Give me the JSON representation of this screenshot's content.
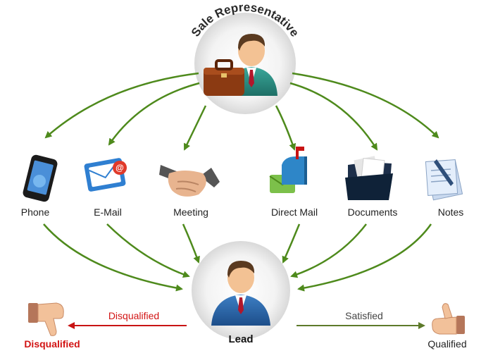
{
  "title": "Sale Representative",
  "channels": [
    {
      "label": "Phone",
      "icon": "smartphone-icon"
    },
    {
      "label": "E-Mail",
      "icon": "email-icon"
    },
    {
      "label": "Meeting",
      "icon": "handshake-icon"
    },
    {
      "label": "Direct Mail",
      "icon": "mailbox-icon"
    },
    {
      "label": "Documents",
      "icon": "documents-folder-icon"
    },
    {
      "label": "Notes",
      "icon": "notes-icon"
    }
  ],
  "lead": {
    "label": "Lead",
    "icon": "businessman-avatar-icon"
  },
  "sales_rep_icon": "businessman-with-briefcase-icon",
  "disqualified": {
    "arrow_label": "Disqualified",
    "outcome_label": "Disqualified",
    "icon": "thumbs-down-icon"
  },
  "qualified": {
    "arrow_label": "Satisfied",
    "outcome_label": "Qualified",
    "icon": "thumbs-up-icon"
  },
  "colors": {
    "arrow_green": "#4e8a1c",
    "arrow_red": "#c81414",
    "arrow_olive": "#5d7a2a",
    "title_text": "#2a2a2a"
  }
}
